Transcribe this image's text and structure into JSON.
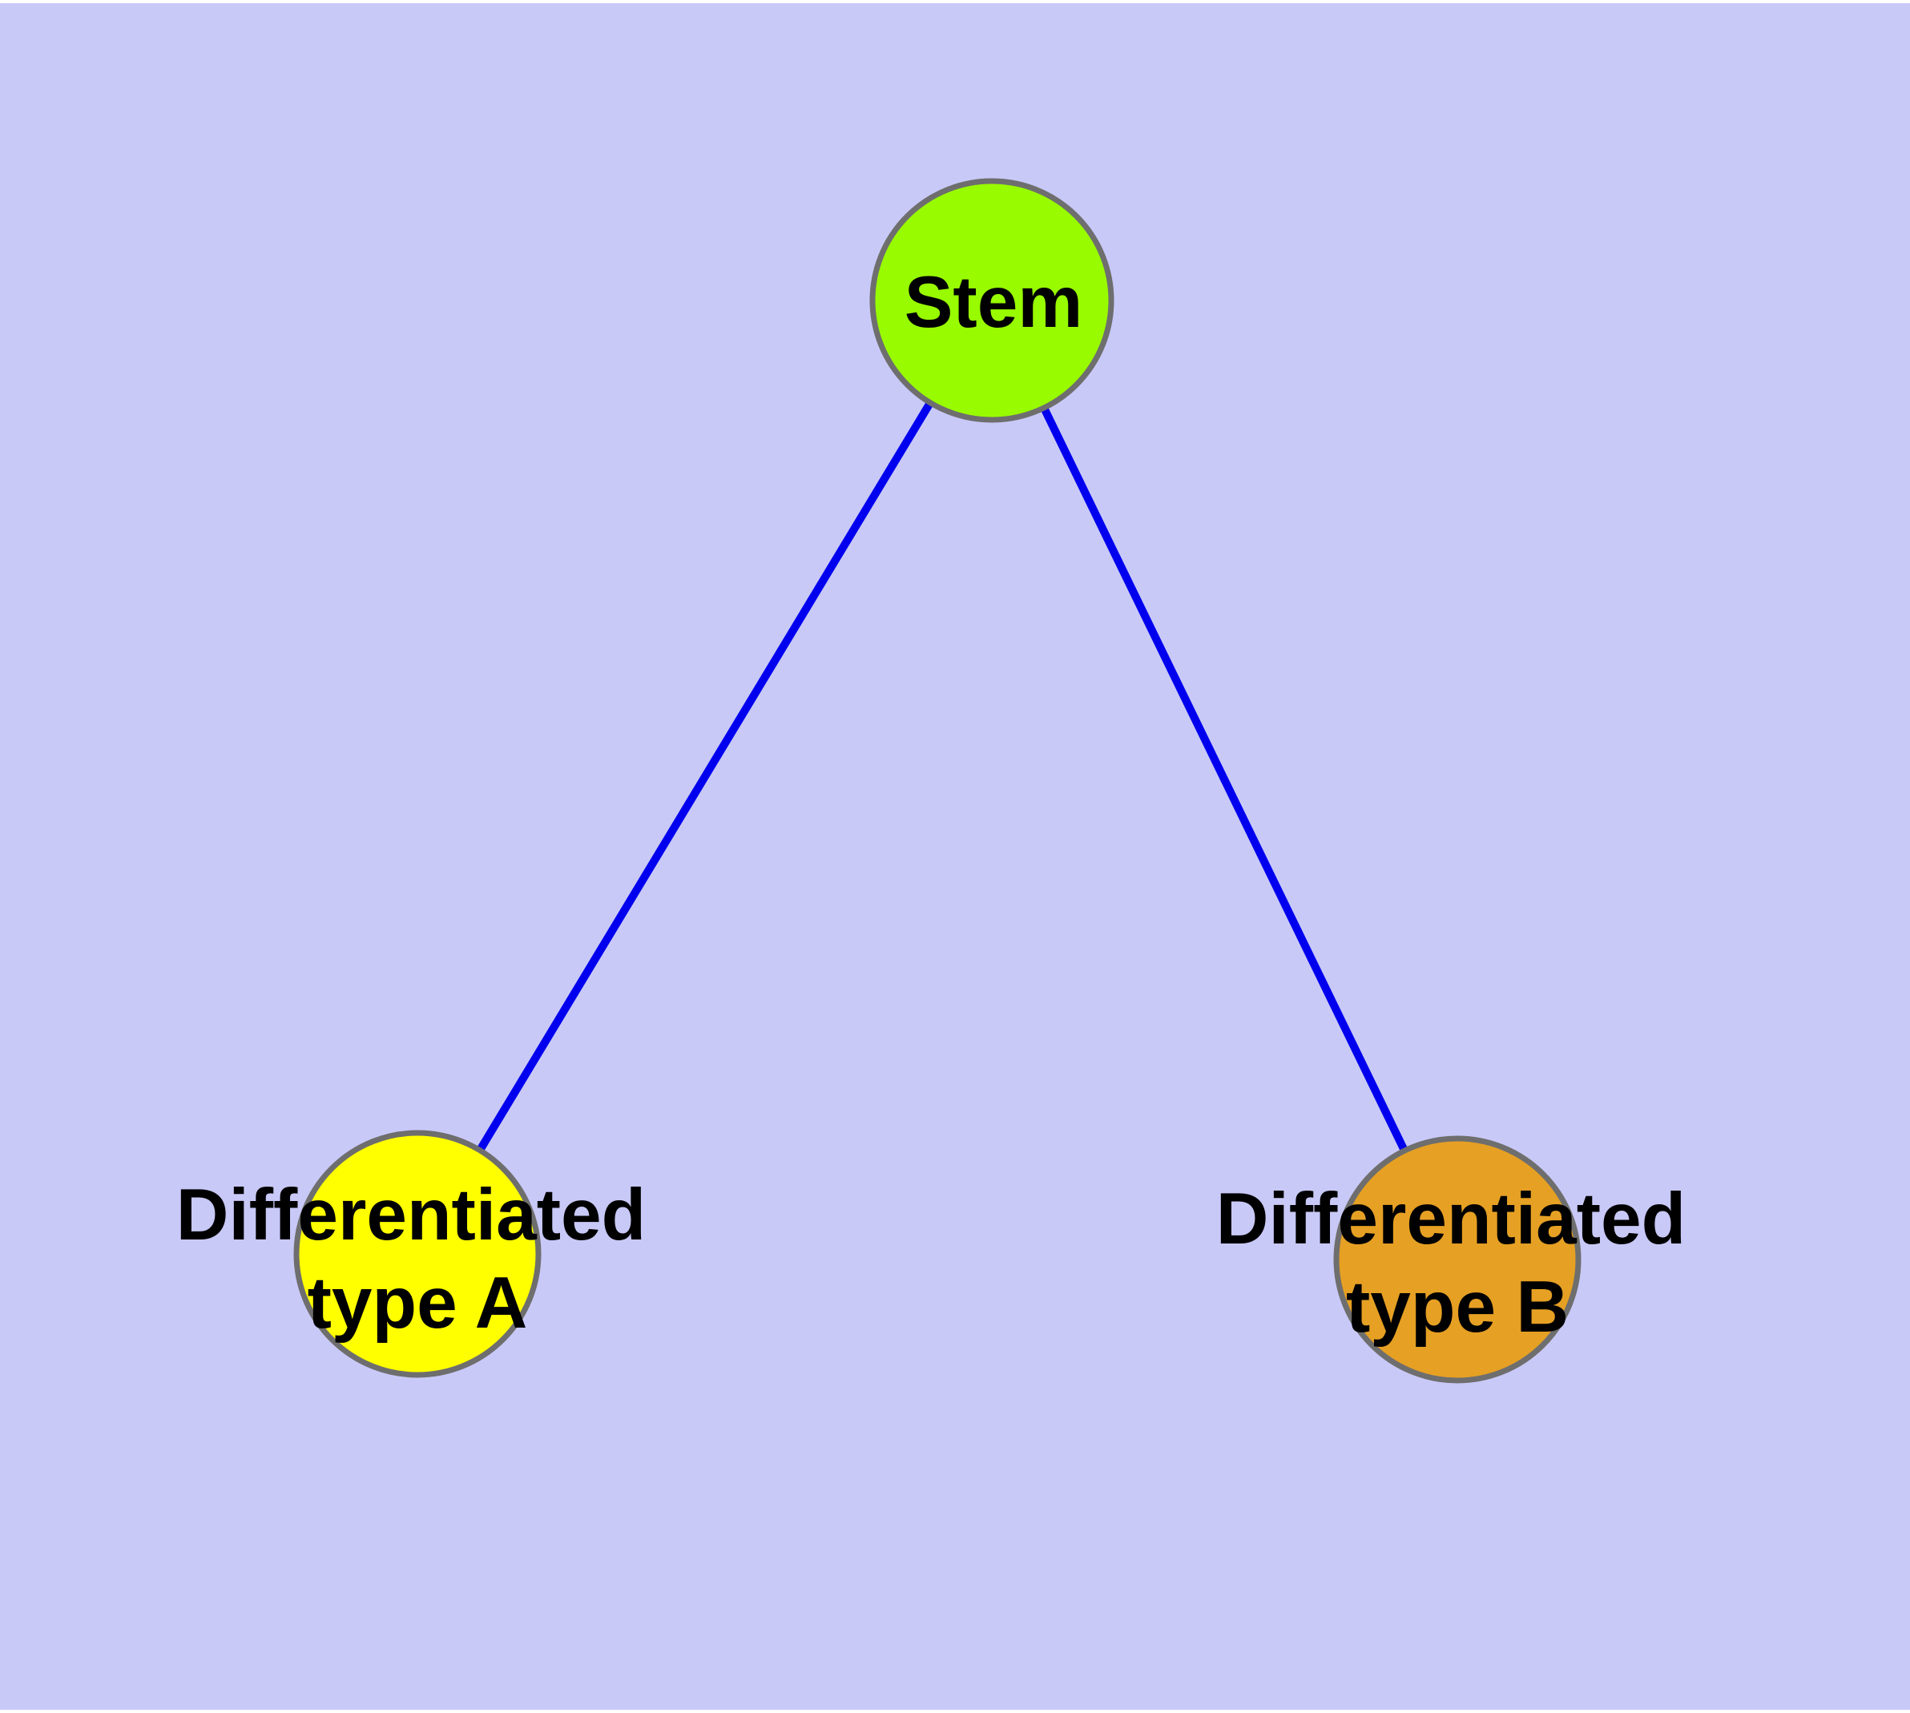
{
  "canvas": {
    "background_color": "#C9C9F8",
    "edge_strip_color": "#FFFFFF"
  },
  "graph": {
    "edge_color": "#0000EE",
    "node_border_color": "#6E6E6E",
    "label_color": "#000000",
    "nodes": {
      "stem": {
        "label": "Stem",
        "fill_color": "#98FB00"
      },
      "type_a": {
        "label_line1": "Differentiated",
        "label_line2": "type A",
        "fill_color": "#FFFF00"
      },
      "type_b": {
        "label_line1": "Differentiated",
        "label_line2": "type B",
        "fill_color": "#E6A023"
      }
    },
    "edges": [
      {
        "from": "Stem",
        "to": "Differentiated type A"
      },
      {
        "from": "Stem",
        "to": "Differentiated type B"
      }
    ]
  }
}
